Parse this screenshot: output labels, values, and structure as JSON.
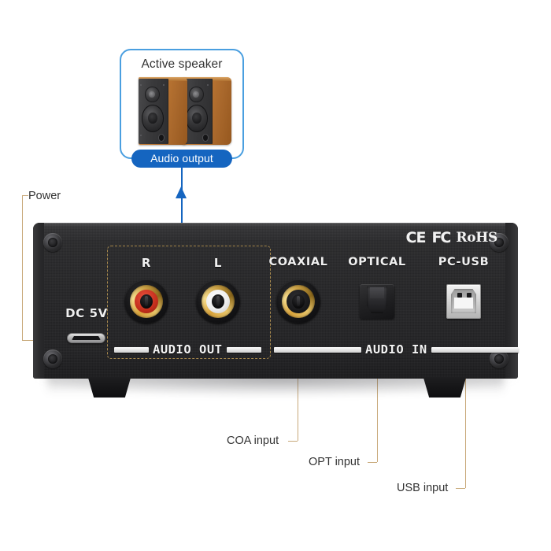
{
  "callout": {
    "title": "Active speaker",
    "pill_label": "Audio output",
    "accent_color": "#1565c0",
    "border_color": "#4a9fe0",
    "speaker_icon": "bookshelf-speaker-pair"
  },
  "device": {
    "power_port_label": "DC 5V",
    "certifications": [
      "CE",
      "FC",
      "RoHS"
    ],
    "port_labels": {
      "rca_right": "R",
      "rca_left": "L",
      "coaxial": "COAXIAL",
      "optical": "OPTICAL",
      "usb": "PC-USB"
    },
    "section_bands": {
      "out": "AUDIO OUT",
      "in": "AUDIO IN"
    }
  },
  "annotations": {
    "power": "Power",
    "coa": "COA input",
    "opt": "OPT input",
    "usb": "USB input",
    "line_color": "#c8a97a"
  }
}
